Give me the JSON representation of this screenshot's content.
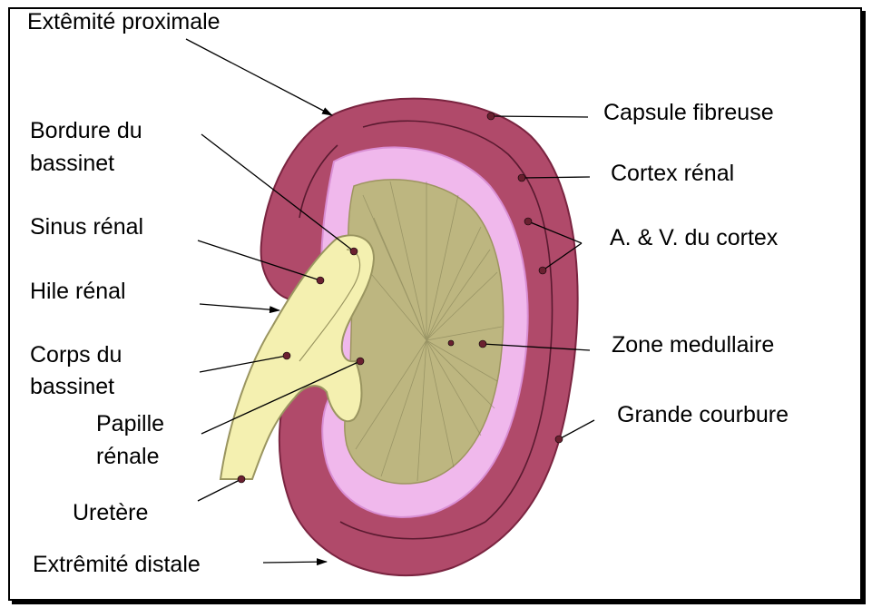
{
  "diagram": {
    "labels": {
      "extremite_proximale": "Extêmité proximale",
      "bordure_du_bassinet_1": "Bordure du",
      "bordure_du_bassinet_2": "bassinet",
      "sinus_renal": "Sinus rénal",
      "hile_renal": "Hile rénal",
      "corps_du_bassinet_1": "Corps du",
      "corps_du_bassinet_2": "bassinet",
      "papille_renale_1": "Papille",
      "papille_renale_2": "rénale",
      "uretere": "Uretère",
      "extremite_distale": "Extrêmité distale",
      "capsule_fibreuse": "Capsule fibreuse",
      "cortex_renal": "Cortex rénal",
      "arteres_veines_cortex": "A. & V. du cortex",
      "zone_medullaire": "Zone medullaire",
      "grande_courbure": "Grande courbure"
    },
    "colors": {
      "cortex": "#b04a6a",
      "cortex_dark": "#8a2a48",
      "pale_zone": "#f0b8ec",
      "medulla": "#bdb680",
      "pelvis": "#f4f0b0",
      "pelvis_edge": "#9a9560",
      "leader": "#000000"
    }
  }
}
